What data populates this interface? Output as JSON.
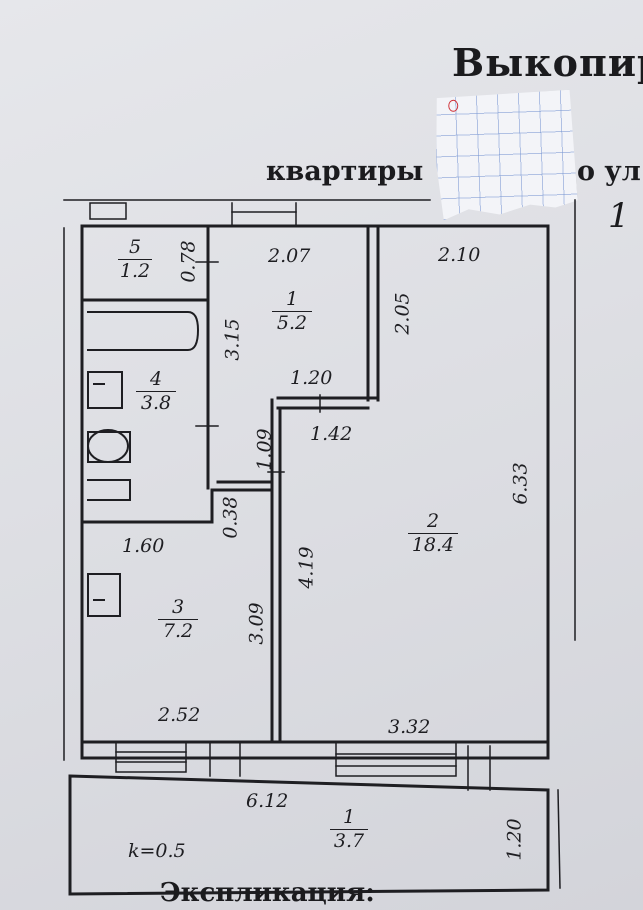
{
  "header": {
    "title": "Выкопир",
    "subtitle": "квартиры",
    "subtitle_tail": "о ул",
    "number": "1"
  },
  "rooms": [
    {
      "number": "1",
      "area": "5.2"
    },
    {
      "number": "2",
      "area": "18.4"
    },
    {
      "number": "3",
      "area": "7.2"
    },
    {
      "number": "4",
      "area": "3.8"
    },
    {
      "number": "5",
      "area": "1.2"
    }
  ],
  "balcony": {
    "number": "1",
    "area": "3.7",
    "coefficient": "k=0.5"
  },
  "dimensions": {
    "d_2_07": "2.07",
    "d_2_10": "2.10",
    "d_0_78": "0.78",
    "d_3_15": "3.15",
    "d_2_05": "2.05",
    "d_1_20_hall": "1.20",
    "d_1_42": "1.42",
    "d_1_09": "1.09",
    "d_0_38": "0.38",
    "d_6_33": "6.33",
    "d_1_60": "1.60",
    "d_4_19": "4.19",
    "d_3_09": "3.09",
    "d_2_52": "2.52",
    "d_3_32": "3.32",
    "d_6_12": "6.12",
    "d_1_20_balcony": "1.20"
  },
  "footer": {
    "explication": "Экспликация:"
  },
  "colors": {
    "ink": "#1e1e22",
    "paper": "#dfe0e4",
    "patch_grid": "#7896d2",
    "patch_mark": "#d0343b"
  }
}
